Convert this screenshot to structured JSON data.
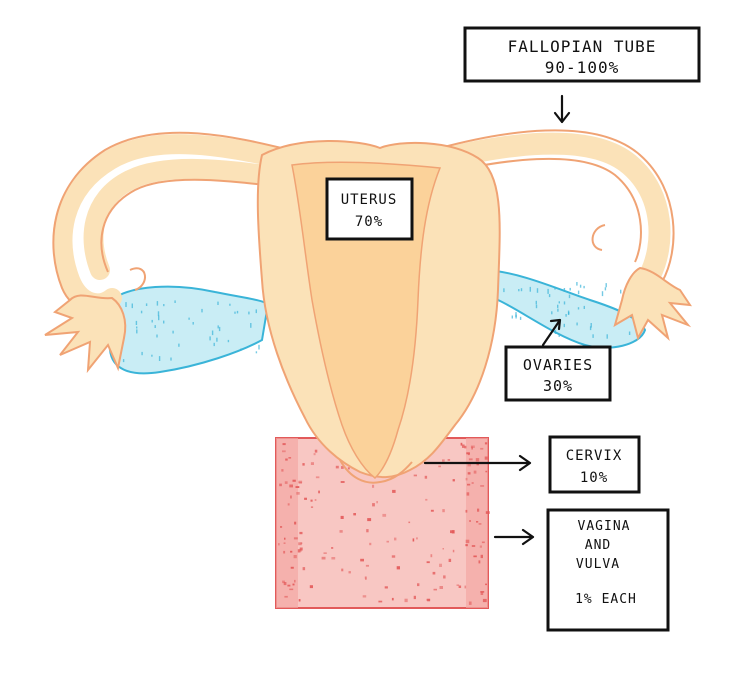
{
  "labels": {
    "fallopian_tube": {
      "line1": "FALLOPIAN TUBE",
      "line2": "90-100%"
    },
    "uterus": {
      "line1": "UTERUS",
      "line2": "70%"
    },
    "ovaries": {
      "line1": "OVARIES",
      "line2": "30%"
    },
    "cervix": {
      "line1": "CERVIX",
      "line2": "10%"
    },
    "vagina_vulva": {
      "line1": "VAGINA",
      "line2": "AND",
      "line3": "VULVA",
      "line4": "1% EACH"
    }
  },
  "colors": {
    "tissue_fill": "#fbe2b8",
    "tissue_stroke": "#f0a374",
    "uterus_cavity": "#fbd39a",
    "ovary_fill": "#c7ecf4",
    "ovary_stroke": "#3ab4d8",
    "vagina_fill": "#f8c3c0",
    "vagina_dots": "#e35a5a",
    "label_border": "#111111"
  }
}
